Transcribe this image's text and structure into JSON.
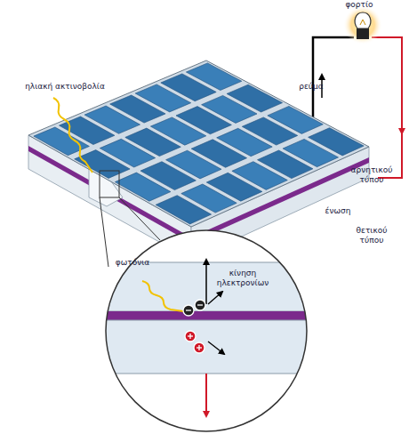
{
  "diagram": {
    "labels": [
      "φορτίο",
      "ρεύμα",
      "ηλιακή ακτινοβολία",
      "αρνητικού τύπου",
      "ένωση",
      "θετικού τύπου",
      "φωτόνια",
      "κίνηση ηλεκτρονίων"
    ]
  }
}
